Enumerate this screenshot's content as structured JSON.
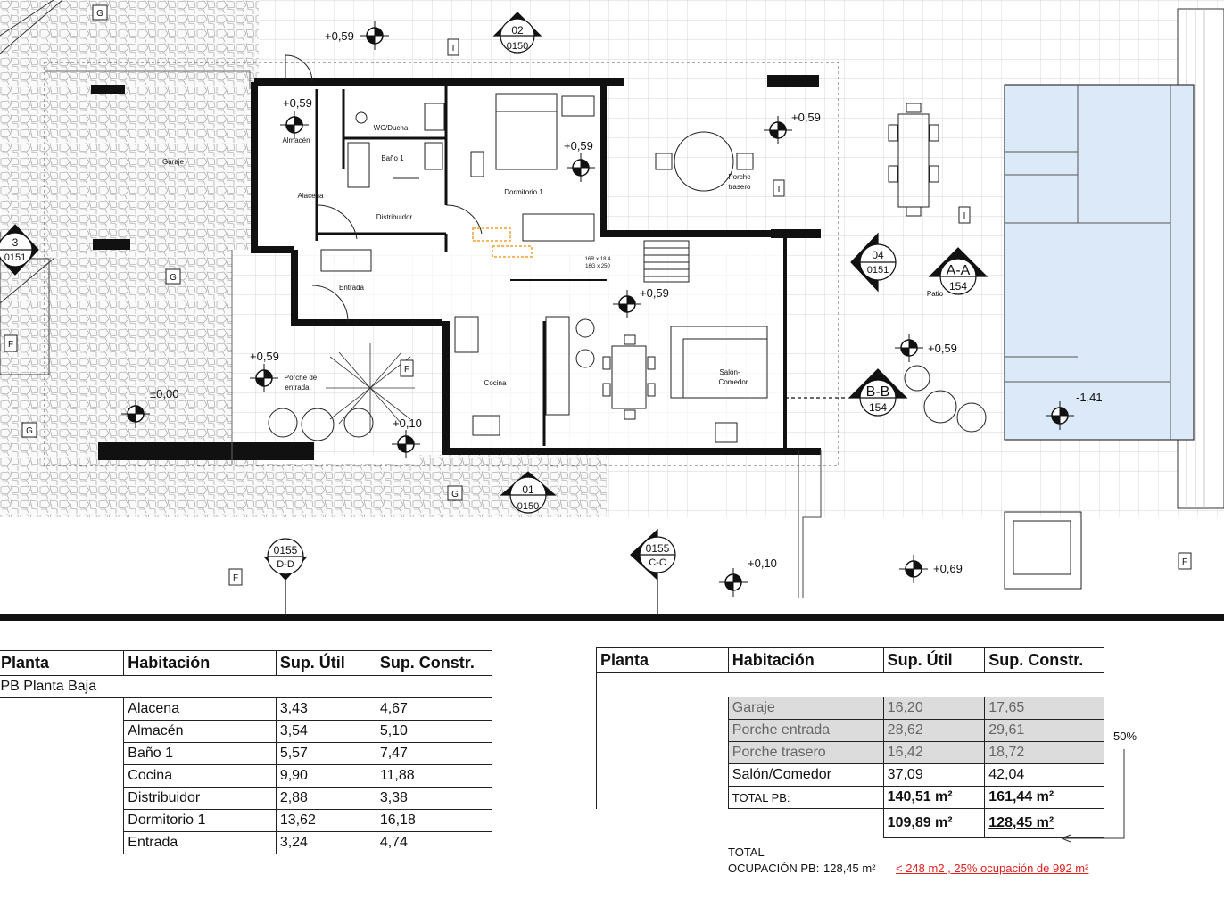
{
  "plan": {
    "rooms": {
      "almacen": "Almacén",
      "wc": "WC/Ducha",
      "bano": "Baño 1",
      "alacena": "Alacena",
      "distribuidor": "Distribuidor",
      "dormitorio": "Dormitorio 1",
      "entrada": "Entrada",
      "cocina": "Cocina",
      "salon1": "Salón-",
      "salon2": "Comedor",
      "porche_entrada1": "Porche de",
      "porche_entrada2": "entrada",
      "porche_trasero1": "Porche",
      "porche_trasero2": "trasero",
      "garaje": "Garaje",
      "patio": "Patio"
    },
    "levels": {
      "l1": "+0,59",
      "l2": "+0,59",
      "l3": "+0,59",
      "l4": "+0,59",
      "l5": "+0,59",
      "l6": "+0,59",
      "l7": "+0,59",
      "l8": "±0,00",
      "l9": "+0,10",
      "l10": "+0,10",
      "l11": "+0,69",
      "l12": "-1,41"
    },
    "stairs": {
      "line1": "16R x 18.4",
      "line2": "16G x 250"
    },
    "markers": {
      "s02_top": "02",
      "s02_bot": "0150",
      "s01_top": "01",
      "s01_bot": "0150",
      "s3_top": "3",
      "s3_bot": "0151",
      "s04_top": "04",
      "s04_bot": "0151",
      "aa_top": "A-A",
      "aa_bot": "154",
      "bb_top": "B-B",
      "bb_bot": "154",
      "dd_top": "0155",
      "dd_bot": "D-D",
      "cc_top": "0155",
      "cc_bot": "C-C"
    },
    "tags": {
      "g": "G",
      "f": "F",
      "i": "I"
    }
  },
  "table_left": {
    "headers": [
      "Planta",
      "Habitación",
      "Sup. Útil",
      "Sup. Constr."
    ],
    "planta": "PB Planta Baja",
    "rows": [
      {
        "name": "Alacena",
        "util": "3,43",
        "constr": "4,67"
      },
      {
        "name": "Almacén",
        "util": "3,54",
        "constr": "5,10"
      },
      {
        "name": "Baño 1",
        "util": "5,57",
        "constr": "7,47"
      },
      {
        "name": "Cocina",
        "util": "9,90",
        "constr": "11,88"
      },
      {
        "name": "Distribuidor",
        "util": "2,88",
        "constr": "3,38"
      },
      {
        "name": "Dormitorio 1",
        "util": "13,62",
        "constr": "16,18"
      },
      {
        "name": "Entrada",
        "util": "3,24",
        "constr": "4,74"
      }
    ]
  },
  "table_right": {
    "headers": [
      "Planta",
      "Habitación",
      "Sup. Útil",
      "Sup. Constr."
    ],
    "rows": [
      {
        "name": "Garaje",
        "util": "16,20",
        "constr": "17,65"
      },
      {
        "name": "Porche entrada",
        "util": "28,62",
        "constr": "29,61"
      },
      {
        "name": "Porche trasero",
        "util": "16,42",
        "constr": "18,72"
      },
      {
        "name": "Salón/Comedor",
        "util": "37,09",
        "constr": "42,04"
      }
    ],
    "total_label": "TOTAL PB:",
    "total_util": "140,51 m²",
    "total_constr": "161,44 m²",
    "sub_util": "109,89 m²",
    "sub_constr": "128,45 m²",
    "percent": "50%",
    "ocupacion_1": "TOTAL",
    "ocupacion_2": "OCUPACIÓN PB:",
    "ocupacion_val": "128,45 m²",
    "ocupacion_note": "< 248 m2 , 25% ocupación de 992 m²"
  },
  "colors": {
    "pool": "#dbe9f8",
    "wall": "#111111",
    "note_red": "#e02020"
  }
}
